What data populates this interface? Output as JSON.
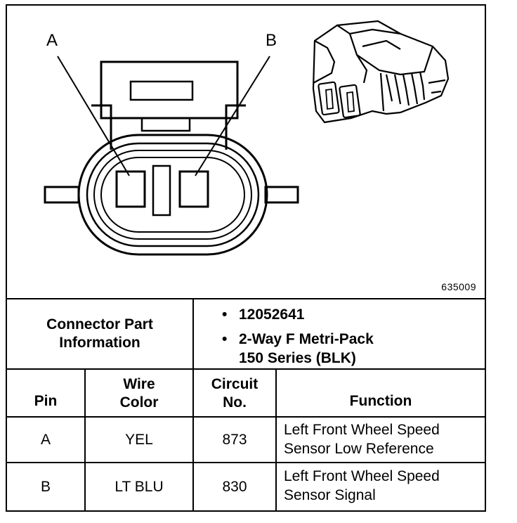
{
  "figure_id": "635009",
  "pin_labels": {
    "a": "A",
    "b": "B"
  },
  "connector_info": {
    "title": "Connector Part Information",
    "part_number": "12052641",
    "description_line1": "2-Way F Metri-Pack",
    "description_line2": "150 Series (BLK)"
  },
  "table": {
    "headers": {
      "pin": "Pin",
      "wire_color": "Wire Color",
      "circuit_no": "Circuit No.",
      "function": "Function"
    },
    "rows": [
      {
        "pin": "A",
        "wire_color": "YEL",
        "circuit": "873",
        "function_line1": "Left Front Wheel Speed",
        "function_line2": "Sensor Low Reference"
      },
      {
        "pin": "B",
        "wire_color": "LT BLU",
        "circuit": "830",
        "function_line1": "Left Front Wheel Speed",
        "function_line2": "Sensor Signal"
      }
    ]
  }
}
